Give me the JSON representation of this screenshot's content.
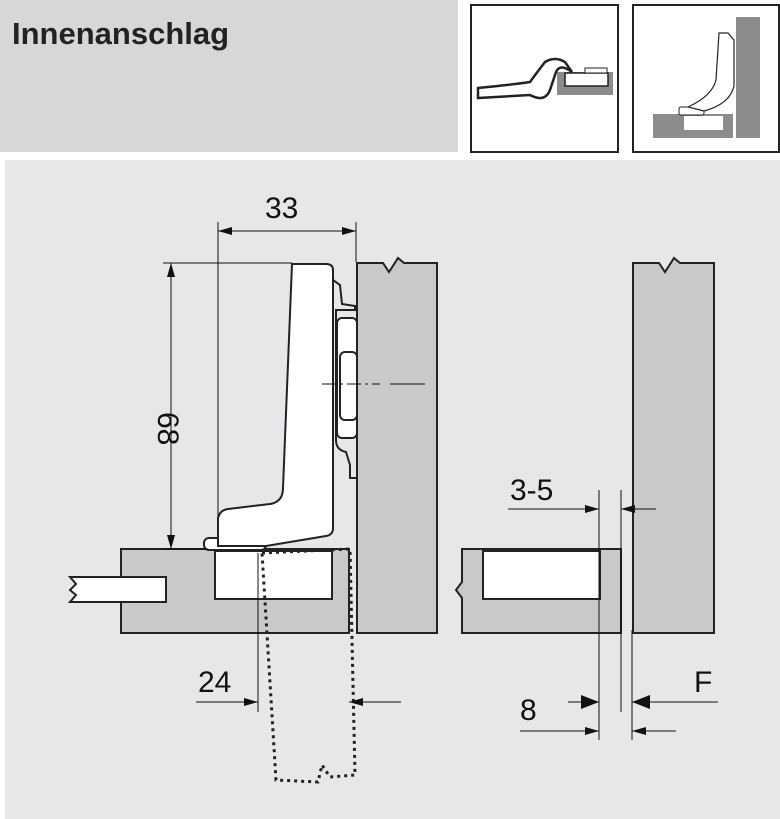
{
  "title": "Innenanschlag",
  "dimensions": {
    "width": "33",
    "height": "68",
    "offset": "24",
    "gap": "3-5",
    "thickness": "8",
    "force": "F"
  },
  "colors": {
    "header_bg": "#d6d7d8",
    "panel_bg": "#e6e7e8",
    "part_gray": "#c8c9ca",
    "icon_gray": "#8c8c8c"
  }
}
